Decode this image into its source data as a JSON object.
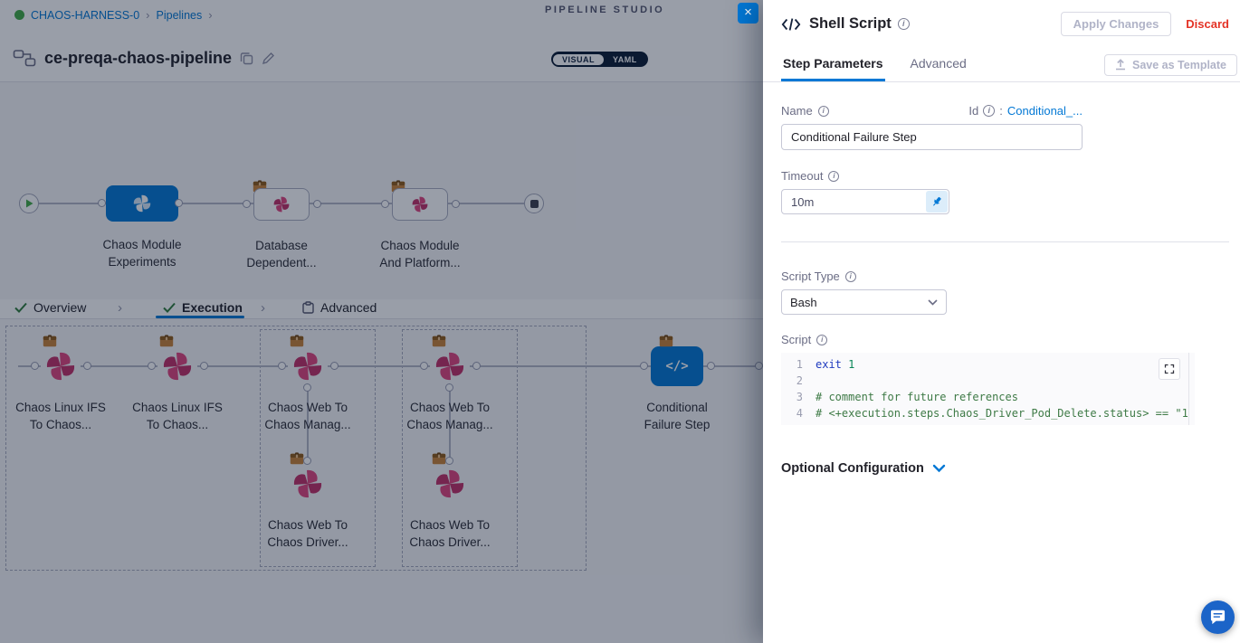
{
  "icons": {
    "close": "×",
    "chevron": "›",
    "check": "✓",
    "info": "i",
    "code_glyph": "</>",
    "separator": ":"
  },
  "studio": {
    "breadcrumb": {
      "project": "CHAOS-HARNESS-0",
      "section": "Pipelines"
    },
    "studio_label": "PIPELINE STUDIO",
    "pipeline_title": "ce-preqa-chaos-pipeline",
    "view_toggle": {
      "visual": "VISUAL",
      "yaml": "YAML"
    },
    "stages": [
      {
        "line1": "Chaos Module",
        "line2": "Experiments"
      },
      {
        "line1": "Database",
        "line2": "Dependent..."
      },
      {
        "line1": "Chaos Module",
        "line2": "And Platform..."
      }
    ],
    "tabs": {
      "overview": "Overview",
      "execution": "Execution",
      "advanced": "Advanced"
    },
    "exec_nodes": [
      {
        "line1": "Chaos Linux IFS",
        "line2": "To Chaos..."
      },
      {
        "line1": "Chaos Linux IFS",
        "line2": "To Chaos..."
      },
      {
        "line1": "Chaos Web To",
        "line2": "Chaos Manag..."
      },
      {
        "line1": "Chaos Web To",
        "line2": "Chaos Manag..."
      },
      {
        "line1": "Conditional",
        "line2": "Failure Step"
      },
      {
        "line1": "Chaos Web To",
        "line2": "Chaos Driver..."
      },
      {
        "line1": "Chaos Web To",
        "line2": "Chaos Driver..."
      }
    ]
  },
  "panel": {
    "title": "Shell Script",
    "apply_label": "Apply Changes",
    "discard_label": "Discard",
    "tabs": {
      "step_parameters": "Step Parameters",
      "advanced": "Advanced"
    },
    "save_template_label": "Save as Template",
    "form": {
      "name_label": "Name",
      "name_value": "Conditional Failure Step",
      "id_label": "Id",
      "id_value": "Conditional_...",
      "timeout_label": "Timeout",
      "timeout_value": "10m",
      "script_type_label": "Script Type",
      "script_type_value": "Bash",
      "script_label": "Script",
      "optional_label": "Optional Configuration"
    },
    "script": {
      "lines": [
        {
          "num": "1",
          "tokens": [
            [
              "kw",
              "exit"
            ],
            [
              "pl",
              " "
            ],
            [
              "num",
              "1"
            ]
          ]
        },
        {
          "num": "2",
          "tokens": []
        },
        {
          "num": "3",
          "tokens": [
            [
              "cmt",
              "# comment for future references"
            ]
          ]
        },
        {
          "num": "4",
          "tokens": [
            [
              "cmt",
              "# <+execution.steps.Chaos_Driver_Pod_Delete.status> == \"1"
            ]
          ]
        }
      ]
    }
  }
}
